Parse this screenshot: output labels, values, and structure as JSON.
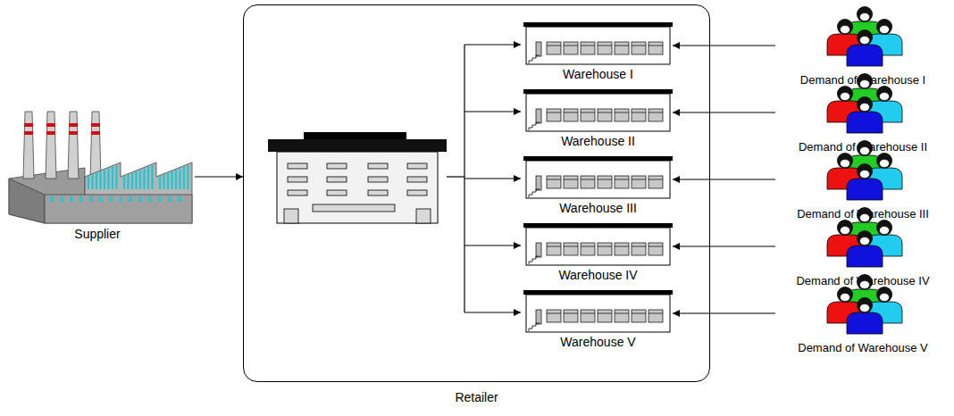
{
  "diagram": {
    "nodes": [
      {
        "text": [
          "Supplier"
        ]
      },
      {
        "text": [
          "Retailer"
        ]
      },
      {
        "text": [
          "Warehouse I"
        ],
        "in": 1
      },
      {
        "text": [
          "Warehouse II"
        ],
        "in": 1
      },
      {
        "text": [
          "Warehouse III"
        ],
        "in": 1
      },
      {
        "text": [
          "Warehouse IV"
        ],
        "in": 1
      },
      {
        "text": [
          "Warehouse V"
        ],
        "in": 1
      },
      {
        "text": [
          "Demand of Warehouse I"
        ]
      },
      {
        "text": [
          "Demand of Warehouse II"
        ]
      },
      {
        "text": [
          "Demand of Warehouse III"
        ]
      },
      {
        "text": [
          "Demand of Warehouse IV"
        ]
      },
      {
        "text": [
          "Demand of Warehouse  V"
        ]
      }
    ],
    "edges": [
      {
        "from": 0,
        "to": 1,
        "arrow": "to"
      },
      {
        "from": 7,
        "to": 2,
        "arrow": "to"
      },
      {
        "from": 8,
        "to": 3,
        "arrow": "to"
      },
      {
        "from": 9,
        "to": 4,
        "arrow": "to"
      },
      {
        "from": 10,
        "to": 5,
        "arrow": "to"
      },
      {
        "from": 11,
        "to": 6,
        "arrow": "to"
      }
    ]
  }
}
